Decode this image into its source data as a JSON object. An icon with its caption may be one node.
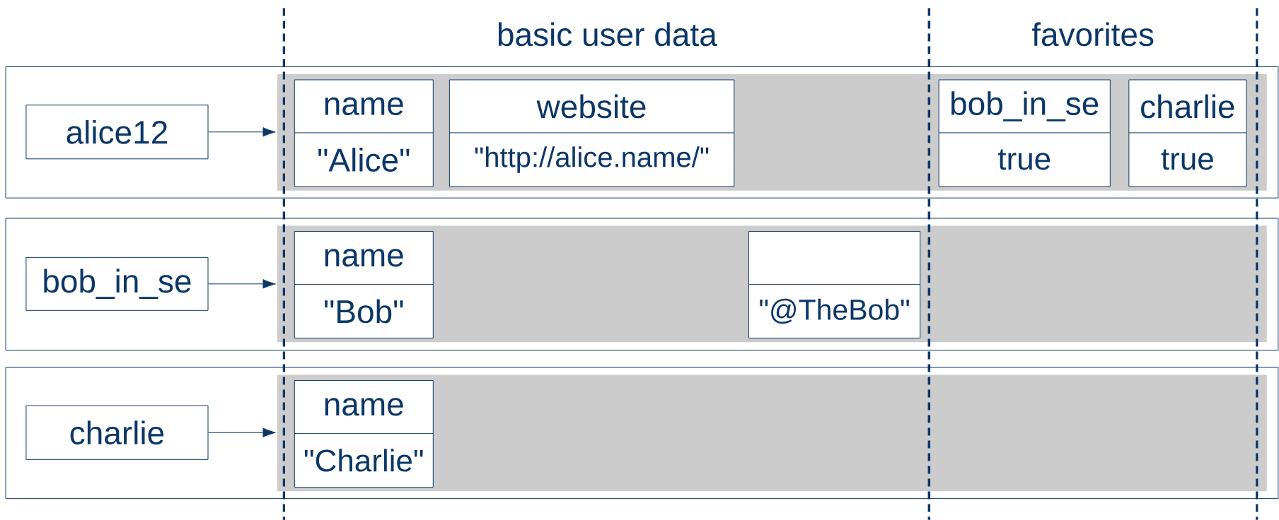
{
  "diagram": {
    "nodes": [
      {
        "text": [],
        "shape": "box"
      },
      {
        "text": [
          "alice12"
        ],
        "in": 0
      },
      {
        "text": [],
        "shape": "box",
        "in": 0
      },
      {
        "text": [
          "name",
          "\"Alice\""
        ],
        "in": 2
      },
      {
        "text": [
          "website",
          "\"http://alice.name/\""
        ],
        "in": 2
      },
      {
        "text": [
          "bob_in_se",
          "true"
        ],
        "in": 2
      },
      {
        "text": [
          "charlie",
          "true"
        ],
        "in": 2
      },
      {
        "text": [],
        "shape": "box"
      },
      {
        "text": [
          "bob_in_se"
        ],
        "in": 7
      },
      {
        "text": [],
        "shape": "box",
        "in": 7
      },
      {
        "text": [
          "name",
          "\"Bob\""
        ],
        "in": 9
      },
      {
        "text": [
          "\"@TheBob\""
        ],
        "in": 9
      },
      {
        "text": [],
        "shape": "box"
      },
      {
        "text": [
          "charlie"
        ],
        "in": 12
      },
      {
        "text": [],
        "shape": "box",
        "in": 12
      },
      {
        "text": [
          "name",
          "\"Charlie\""
        ],
        "in": 14
      }
    ],
    "edges": [
      {
        "from": 1,
        "to": 2,
        "arrow": "to"
      },
      {
        "from": 8,
        "to": 9,
        "arrow": "to"
      },
      {
        "from": 13,
        "to": 14,
        "arrow": "to"
      }
    ],
    "labels": [
      "basic user data",
      "favorites"
    ]
  }
}
